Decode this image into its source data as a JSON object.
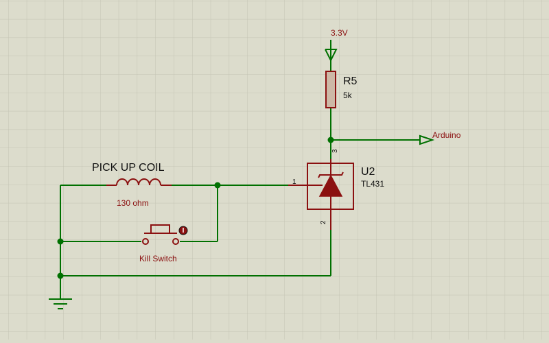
{
  "colors": {
    "background": "#dcdccc",
    "grid": "#c3c3b3",
    "wire": "#007000",
    "component": "#8b1010",
    "label_dark": "#101010",
    "label_red": "#8b1010",
    "junction": "#007000"
  },
  "power": {
    "label": "3.3V"
  },
  "resistor": {
    "ref": "R5",
    "value": "5k"
  },
  "output_terminal": {
    "label": "Arduino"
  },
  "regulator": {
    "ref": "U2",
    "part": "TL431",
    "pin1": "1",
    "pin2": "2",
    "pin3": "3"
  },
  "coil": {
    "name": "PICK UP COIL",
    "value": "130 ohm"
  },
  "kill_switch": {
    "label": "Kill Switch"
  },
  "ground": {
    "icon": "ground-icon"
  }
}
